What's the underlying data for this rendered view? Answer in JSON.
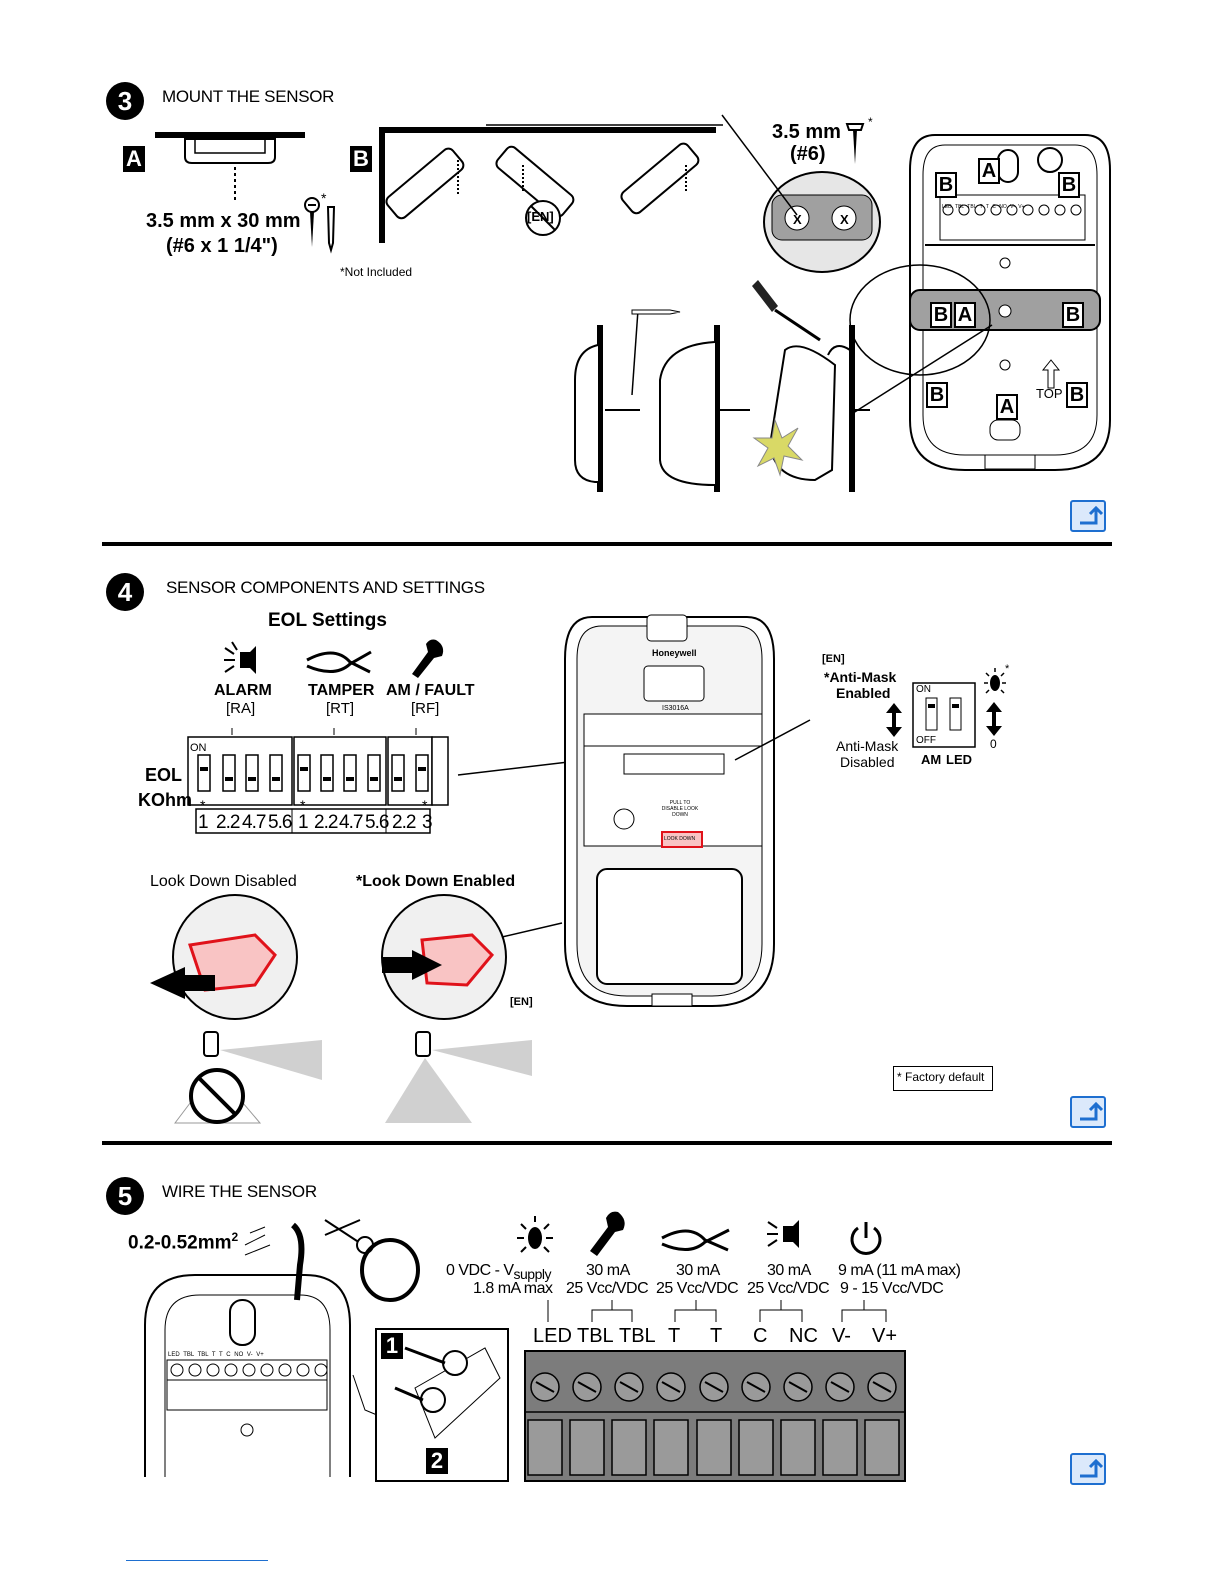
{
  "step3": {
    "number": "3",
    "title": "MOUNT THE SENSOR",
    "label_a": "A",
    "label_b": "B",
    "screw_size_1": "3.5 mm x 30 mm",
    "screw_size_1b": "(#6 x 1 1/4\")",
    "not_included": "*Not Included",
    "asterisk": "*",
    "screw_size_2": "3.5 mm",
    "screw_size_2b": "(#6)",
    "en_tag": "[EN]",
    "top_label": "TOP",
    "x_mark": "X",
    "terminal_strip": "LED TBL TBL T T C NO V- V+"
  },
  "step4": {
    "number": "4",
    "title": "SENSOR COMPONENTS AND SETTINGS",
    "eol_title": "EOL Settings",
    "groups": [
      {
        "name": "ALARM",
        "code": "[RA]"
      },
      {
        "name": "TAMPER",
        "code": "[RT]"
      },
      {
        "name": "AM / FAULT",
        "code": "[RF]"
      }
    ],
    "eol_label_1": "EOL",
    "eol_label_2": "KOhm",
    "on_label": "ON",
    "dip_values": [
      "1",
      "2.2",
      "4.7",
      "5.6",
      "1",
      "2.2",
      "4.7",
      "5.6",
      "2.2",
      "3"
    ],
    "look_down_disabled": "Look Down Disabled",
    "look_down_enabled": "*Look Down Enabled",
    "en_tag": "[EN]",
    "anti_mask_en": "[EN]",
    "anti_mask_enabled_1": "*Anti-Mask",
    "anti_mask_enabled_2": "Enabled",
    "anti_mask_disabled_1": "Anti-Mask",
    "anti_mask_disabled_2": "Disabled",
    "switch_on": "ON",
    "switch_off": "OFF",
    "switch_am": "AM",
    "switch_led": "LED",
    "led_off_symbol": "0",
    "factory_default": "* Factory default",
    "brand": "Honeywell",
    "model": "IS3016A",
    "pull_text": "PULL TO DISABLE LOOK DOWN",
    "look_down_tab": "LOOK DOWN"
  },
  "step5": {
    "number": "5",
    "title": "WIRE THE SENSOR",
    "wire_gauge": "0.2-0.52mm",
    "wire_gauge_sup": "2",
    "specs": [
      {
        "line1": "0 VDC - V",
        "sub": "supply",
        "line2": "1.8 mA max"
      },
      {
        "line1": "30 mA",
        "line2": "25 Vcc/VDC"
      },
      {
        "line1": "30 mA",
        "line2": "25 Vcc/VDC"
      },
      {
        "line1": "30 mA",
        "line2": "25 Vcc/VDC"
      },
      {
        "line1": "9 mA (11 mA max)",
        "line2": "9 - 15 Vcc/VDC"
      }
    ],
    "terminals": [
      "LED",
      "TBL",
      "TBL",
      "T",
      "T",
      "C",
      "NC",
      "V-",
      "V+"
    ],
    "callout_1": "1",
    "callout_2": "2"
  },
  "colors": {
    "accent_blue": "#1e6fd0",
    "red": "#e0121a",
    "gray": "#808080"
  },
  "icons": [
    "led-icon",
    "wrench-icon",
    "pliers-icon",
    "siren-icon",
    "power-icon",
    "screwdriver-icon",
    "screw-icon",
    "return-arrow-icon"
  ]
}
